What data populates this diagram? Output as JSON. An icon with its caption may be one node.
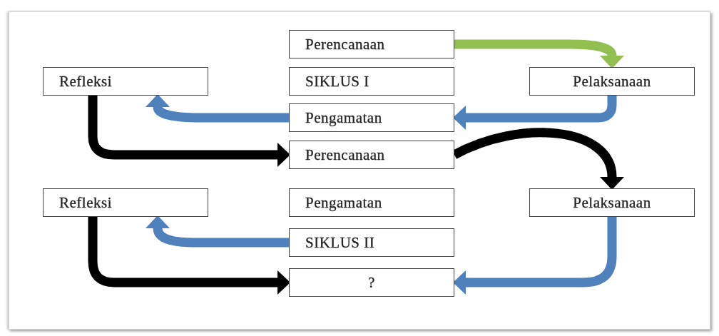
{
  "diagram": {
    "nodes": [
      {
        "text": [
          "Perencanaan"
        ]
      },
      {
        "text": [
          "Refleksi"
        ]
      },
      {
        "text": [
          "SIKLUS I"
        ]
      },
      {
        "text": [
          "Pelaksanaan"
        ]
      },
      {
        "text": [
          "Pengamatan"
        ]
      },
      {
        "text": [
          "Perencanaan"
        ]
      },
      {
        "text": [
          "Refleksi"
        ]
      },
      {
        "text": [
          "Pengamatan"
        ]
      },
      {
        "text": [
          "Pelaksanaan"
        ]
      },
      {
        "text": [
          "SIKLUS II"
        ]
      },
      {
        "text": [
          "?"
        ]
      }
    ],
    "edges": [
      {
        "from": 0,
        "to": 3,
        "arrow": "to",
        "color": "#92c050"
      },
      {
        "from": 3,
        "to": 4,
        "arrow": "to"
      },
      {
        "from": 4,
        "to": 1,
        "arrow": "to"
      },
      {
        "from": 1,
        "to": 5,
        "arrow": "to",
        "color": "#000000"
      },
      {
        "from": 5,
        "to": 8,
        "arrow": "to",
        "color": "#000000"
      },
      {
        "from": 8,
        "to": 10,
        "arrow": "to"
      },
      {
        "from": 9,
        "to": 6,
        "arrow": "to"
      },
      {
        "from": 6,
        "to": 10,
        "arrow": "to",
        "color": "#000000"
      }
    ]
  }
}
